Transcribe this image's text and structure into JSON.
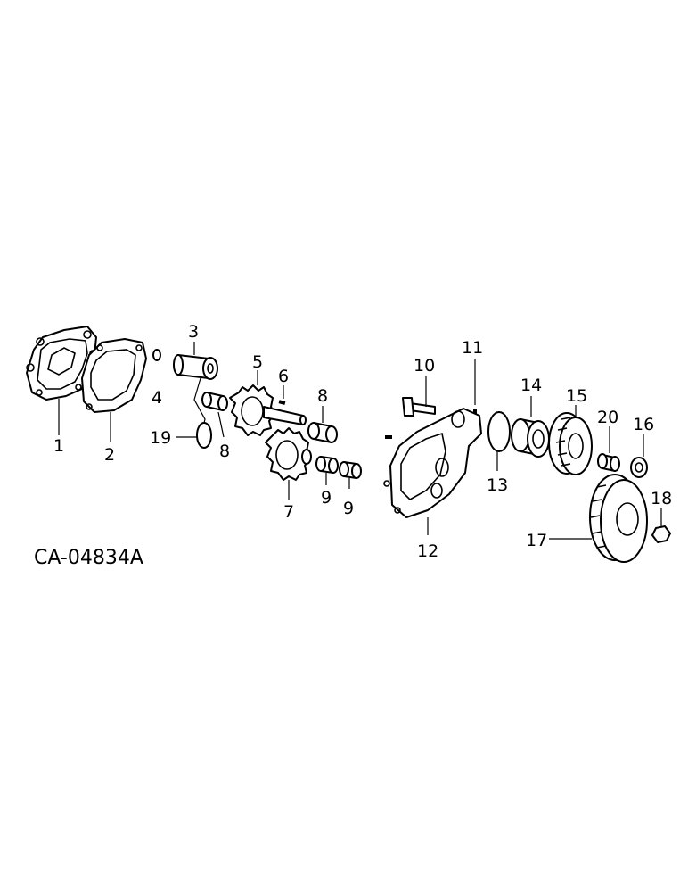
{
  "diagram": {
    "code": "CA-04834A",
    "callouts": {
      "p1": "1",
      "p2": "2",
      "p3": "3",
      "p4": "4",
      "p5": "5",
      "p6": "6",
      "p7": "7",
      "p8a": "8",
      "p8b": "8",
      "p9a": "9",
      "p9b": "9",
      "p10": "10",
      "p11": "11",
      "p12": "12",
      "p13": "13",
      "p14": "14",
      "p15": "15",
      "p16": "16",
      "p17": "17",
      "p18": "18",
      "p19": "19",
      "p20": "20"
    }
  }
}
